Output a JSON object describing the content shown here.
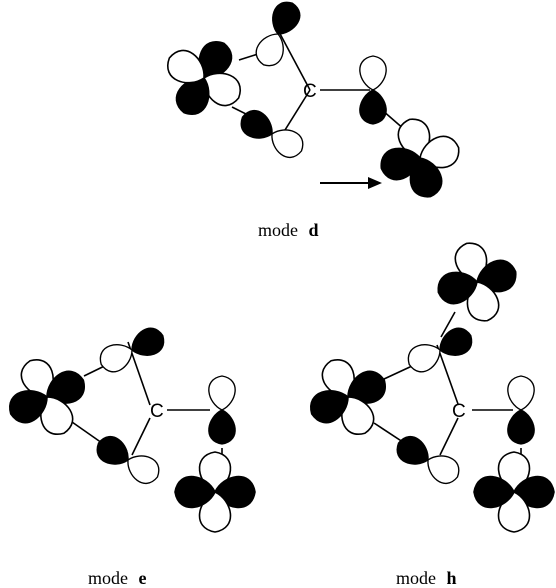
{
  "figure": {
    "panels": [
      {
        "id": "d",
        "atom": "C",
        "caption_word": "mode",
        "caption_letter": "d"
      },
      {
        "id": "e",
        "atom": "C",
        "caption_word": "mode",
        "caption_letter": "e"
      },
      {
        "id": "h",
        "atom": "C",
        "caption_word": "mode",
        "caption_letter": "h"
      }
    ],
    "colors": {
      "lobe_dark": "#000000",
      "lobe_light": "#ffffff",
      "line": "#000000"
    }
  }
}
